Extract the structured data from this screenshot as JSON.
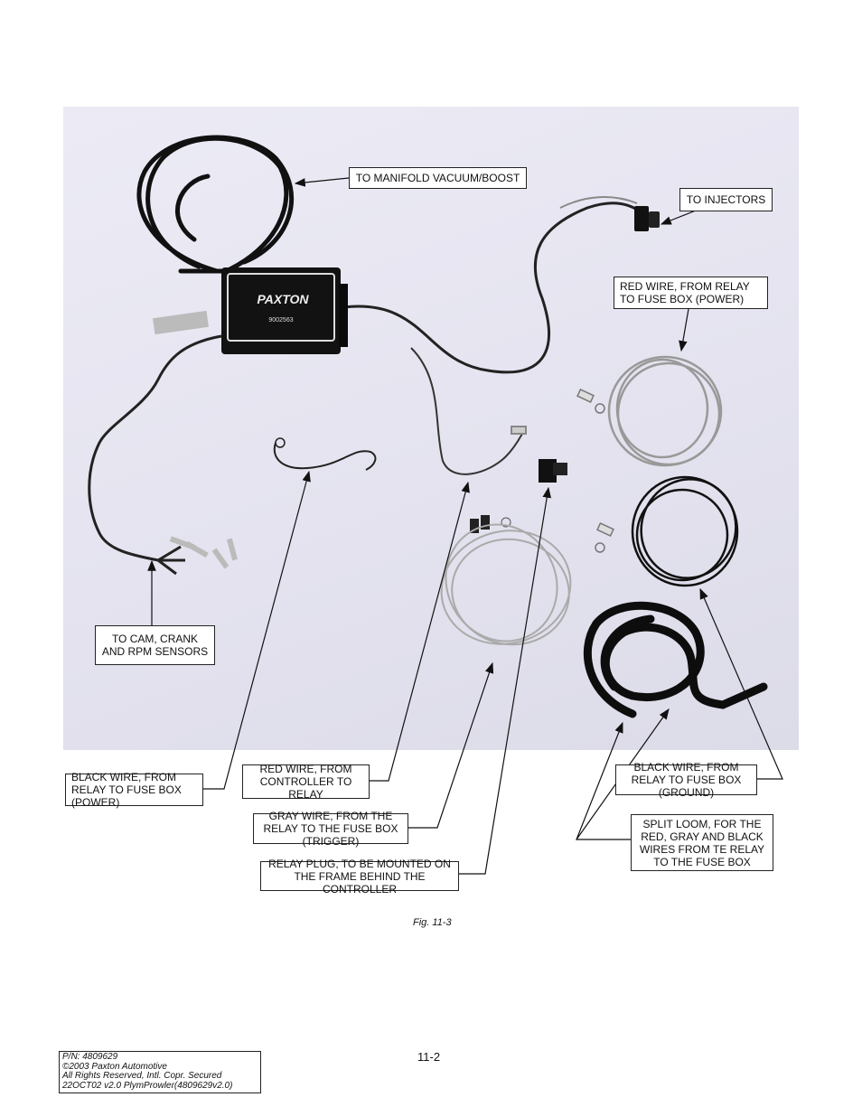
{
  "callouts": {
    "manifold": "TO MANIFOLD VACUUM/BOOST",
    "injectors": "TO INJECTORS",
    "red_power": "RED WIRE, FROM RELAY TO FUSE BOX (POWER)",
    "cam_crank": "TO CAM, CRANK AND RPM SENSORS",
    "black_power": "BLACK WIRE, FROM RELAY TO FUSE BOX (POWER)",
    "red_controller": "RED WIRE, FROM CONTROLLER TO RELAY",
    "gray_trigger": "GRAY WIRE, FROM THE RELAY TO THE FUSE BOX (TRIGGER)",
    "relay_plug": "RELAY PLUG, TO BE MOUNTED ON THE FRAME BEHIND THE CONTROLLER",
    "black_ground": "BLACK WIRE, FROM RELAY TO FUSE BOX (GROUND)",
    "split_loom": "SPLIT LOOM, FOR THE RED, GRAY AND BLACK WIRES FROM TE RELAY TO THE FUSE BOX"
  },
  "controller": {
    "brand": "PAXTON",
    "serial": "9002563"
  },
  "caption": "Fig. 11-3",
  "page_number": "11-2",
  "footer": {
    "line1": "P/N: 4809629",
    "line2": "©2003 Paxton Automotive",
    "line3": "All Rights Reserved, Intl. Copr. Secured",
    "line4": "22OCT02 v2.0 PlymProwler(4809629v2.0)"
  }
}
